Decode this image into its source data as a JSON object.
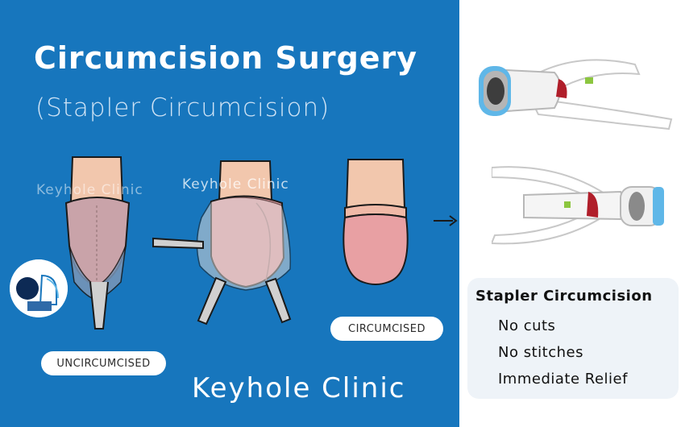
{
  "header": {
    "title": "Circumcision Surgery",
    "subtitle": "(Stapler Circumcision)"
  },
  "watermarks": [
    "Keyhole Clinic",
    "Keyhole Clinic"
  ],
  "labels": {
    "uncircumcised": "UNCIRCUMCISED",
    "circumcised": "CIRCUMCISED"
  },
  "brand": "Keyhole Clinic",
  "info_card": {
    "title": "Stapler Circumcision",
    "items": [
      "No cuts",
      "No stitches",
      "Immediate Relief"
    ]
  },
  "colors": {
    "panel_blue": "#1776bd",
    "card_bg": "#eef3f8",
    "device_accent_red": "#b01e2a",
    "device_accent_blue": "#5fb7e8",
    "device_accent_green": "#8cc63f"
  },
  "icons": [
    "arrow-right-icon",
    "clinic-logo-icon",
    "stapler-device-icon"
  ]
}
